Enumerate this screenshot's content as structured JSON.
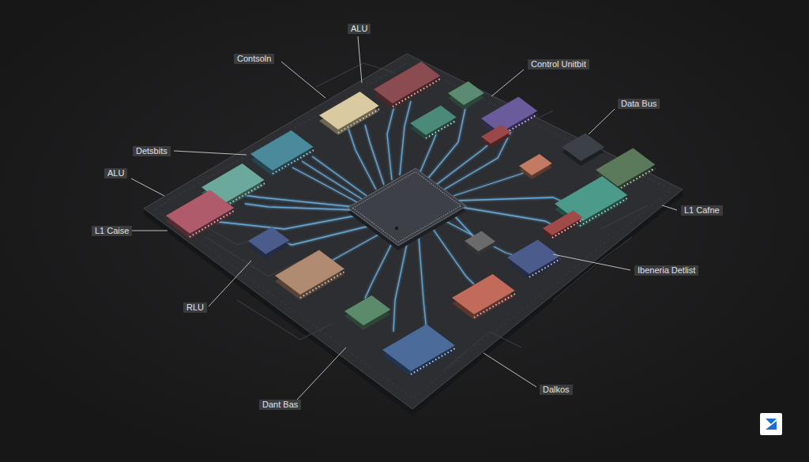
{
  "diagram": {
    "labels": [
      "ALU",
      "Contsoln",
      "Control Unitbit",
      "Data Bus",
      "Detsbits",
      "ALU",
      "L1 Caise",
      "L1 Cafne",
      "Ibeneria Detlist",
      "RLU",
      "Dant Bas",
      "Dalkos"
    ]
  }
}
